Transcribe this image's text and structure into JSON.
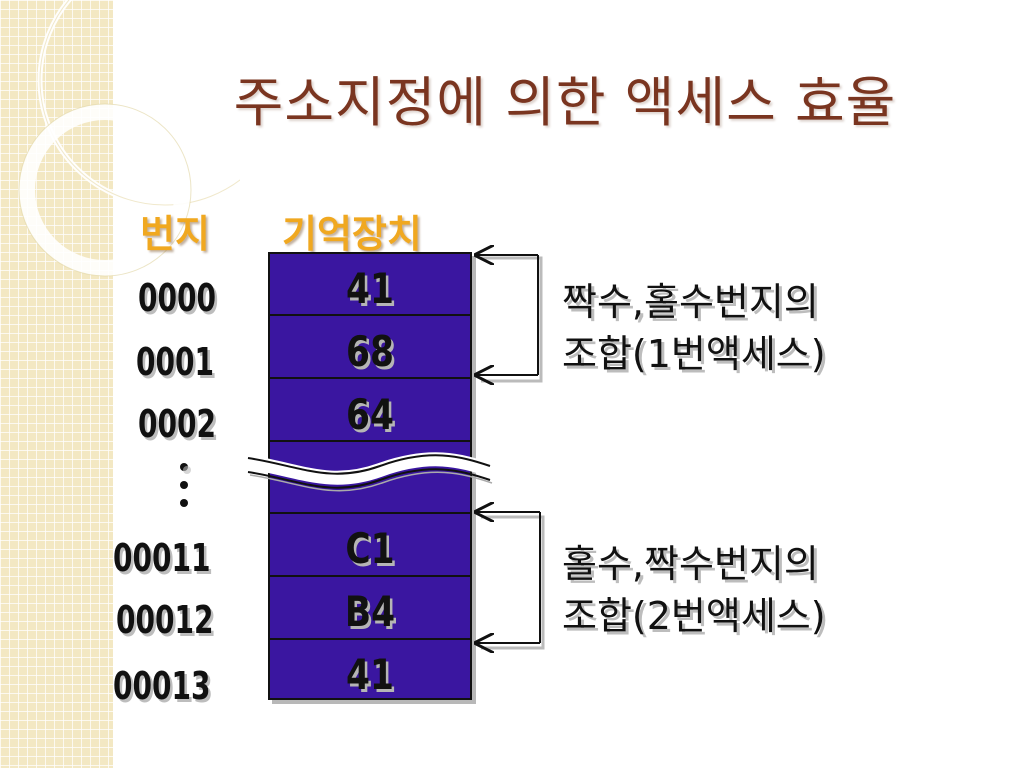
{
  "title": "주소지정에 의한 액세스 효율",
  "headers": {
    "address": "번지",
    "memory": "기억장치"
  },
  "rows": [
    {
      "address": "0000",
      "value": "41"
    },
    {
      "address": "0001",
      "value": "68"
    },
    {
      "address": "0002",
      "value": "64"
    },
    {
      "address": "00011",
      "value": "C1"
    },
    {
      "address": "00012",
      "value": "B4"
    },
    {
      "address": "00013",
      "value": "41"
    }
  ],
  "notes": [
    {
      "line1": "짝수,홀수번지의",
      "line2": "조합(1번액세스)"
    },
    {
      "line1": "홀수,짝수번지의",
      "line2": "조합(2번액세스)"
    }
  ],
  "colors": {
    "title": "#7a3520",
    "header": "#f0a820",
    "memory": "#3a16a0"
  }
}
